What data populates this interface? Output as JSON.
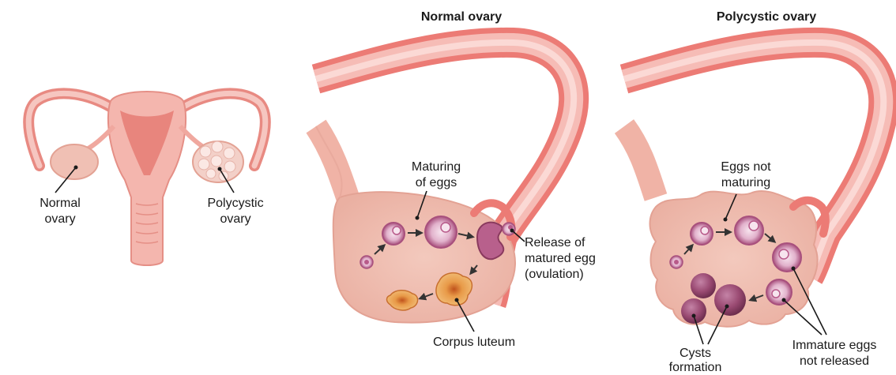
{
  "titles": {
    "normal": "Normal ovary",
    "polycystic": "Polycystic ovary"
  },
  "uterus_labels": {
    "normal_line1": "Normal",
    "normal_line2": "ovary",
    "poly_line1": "Polycystic",
    "poly_line2": "ovary"
  },
  "normal_labels": {
    "maturing_line1": "Maturing",
    "maturing_line2": "of eggs",
    "release_line1": "Release of",
    "release_line2": "matured egg",
    "release_line3": "(ovulation)",
    "corpus": "Corpus luteum"
  },
  "poly_labels": {
    "not_maturing_line1": "Eggs not",
    "not_maturing_line2": "maturing",
    "cysts_line1": "Cysts",
    "cysts_line2": "formation",
    "immature_line1": "Immature eggs",
    "immature_line2": "not released"
  },
  "colors": {
    "tissue": "#f4b8b0",
    "tissue_dark": "#e8857d",
    "tube_outer": "#ee7d78",
    "tube_inner": "#f8c8c2",
    "ovary_fill": "#f0bdb0",
    "ovary_stroke": "#e5a090",
    "egg": "#b85a8a",
    "cyst": "#8a3a5e",
    "corpus": "#e0903a"
  }
}
